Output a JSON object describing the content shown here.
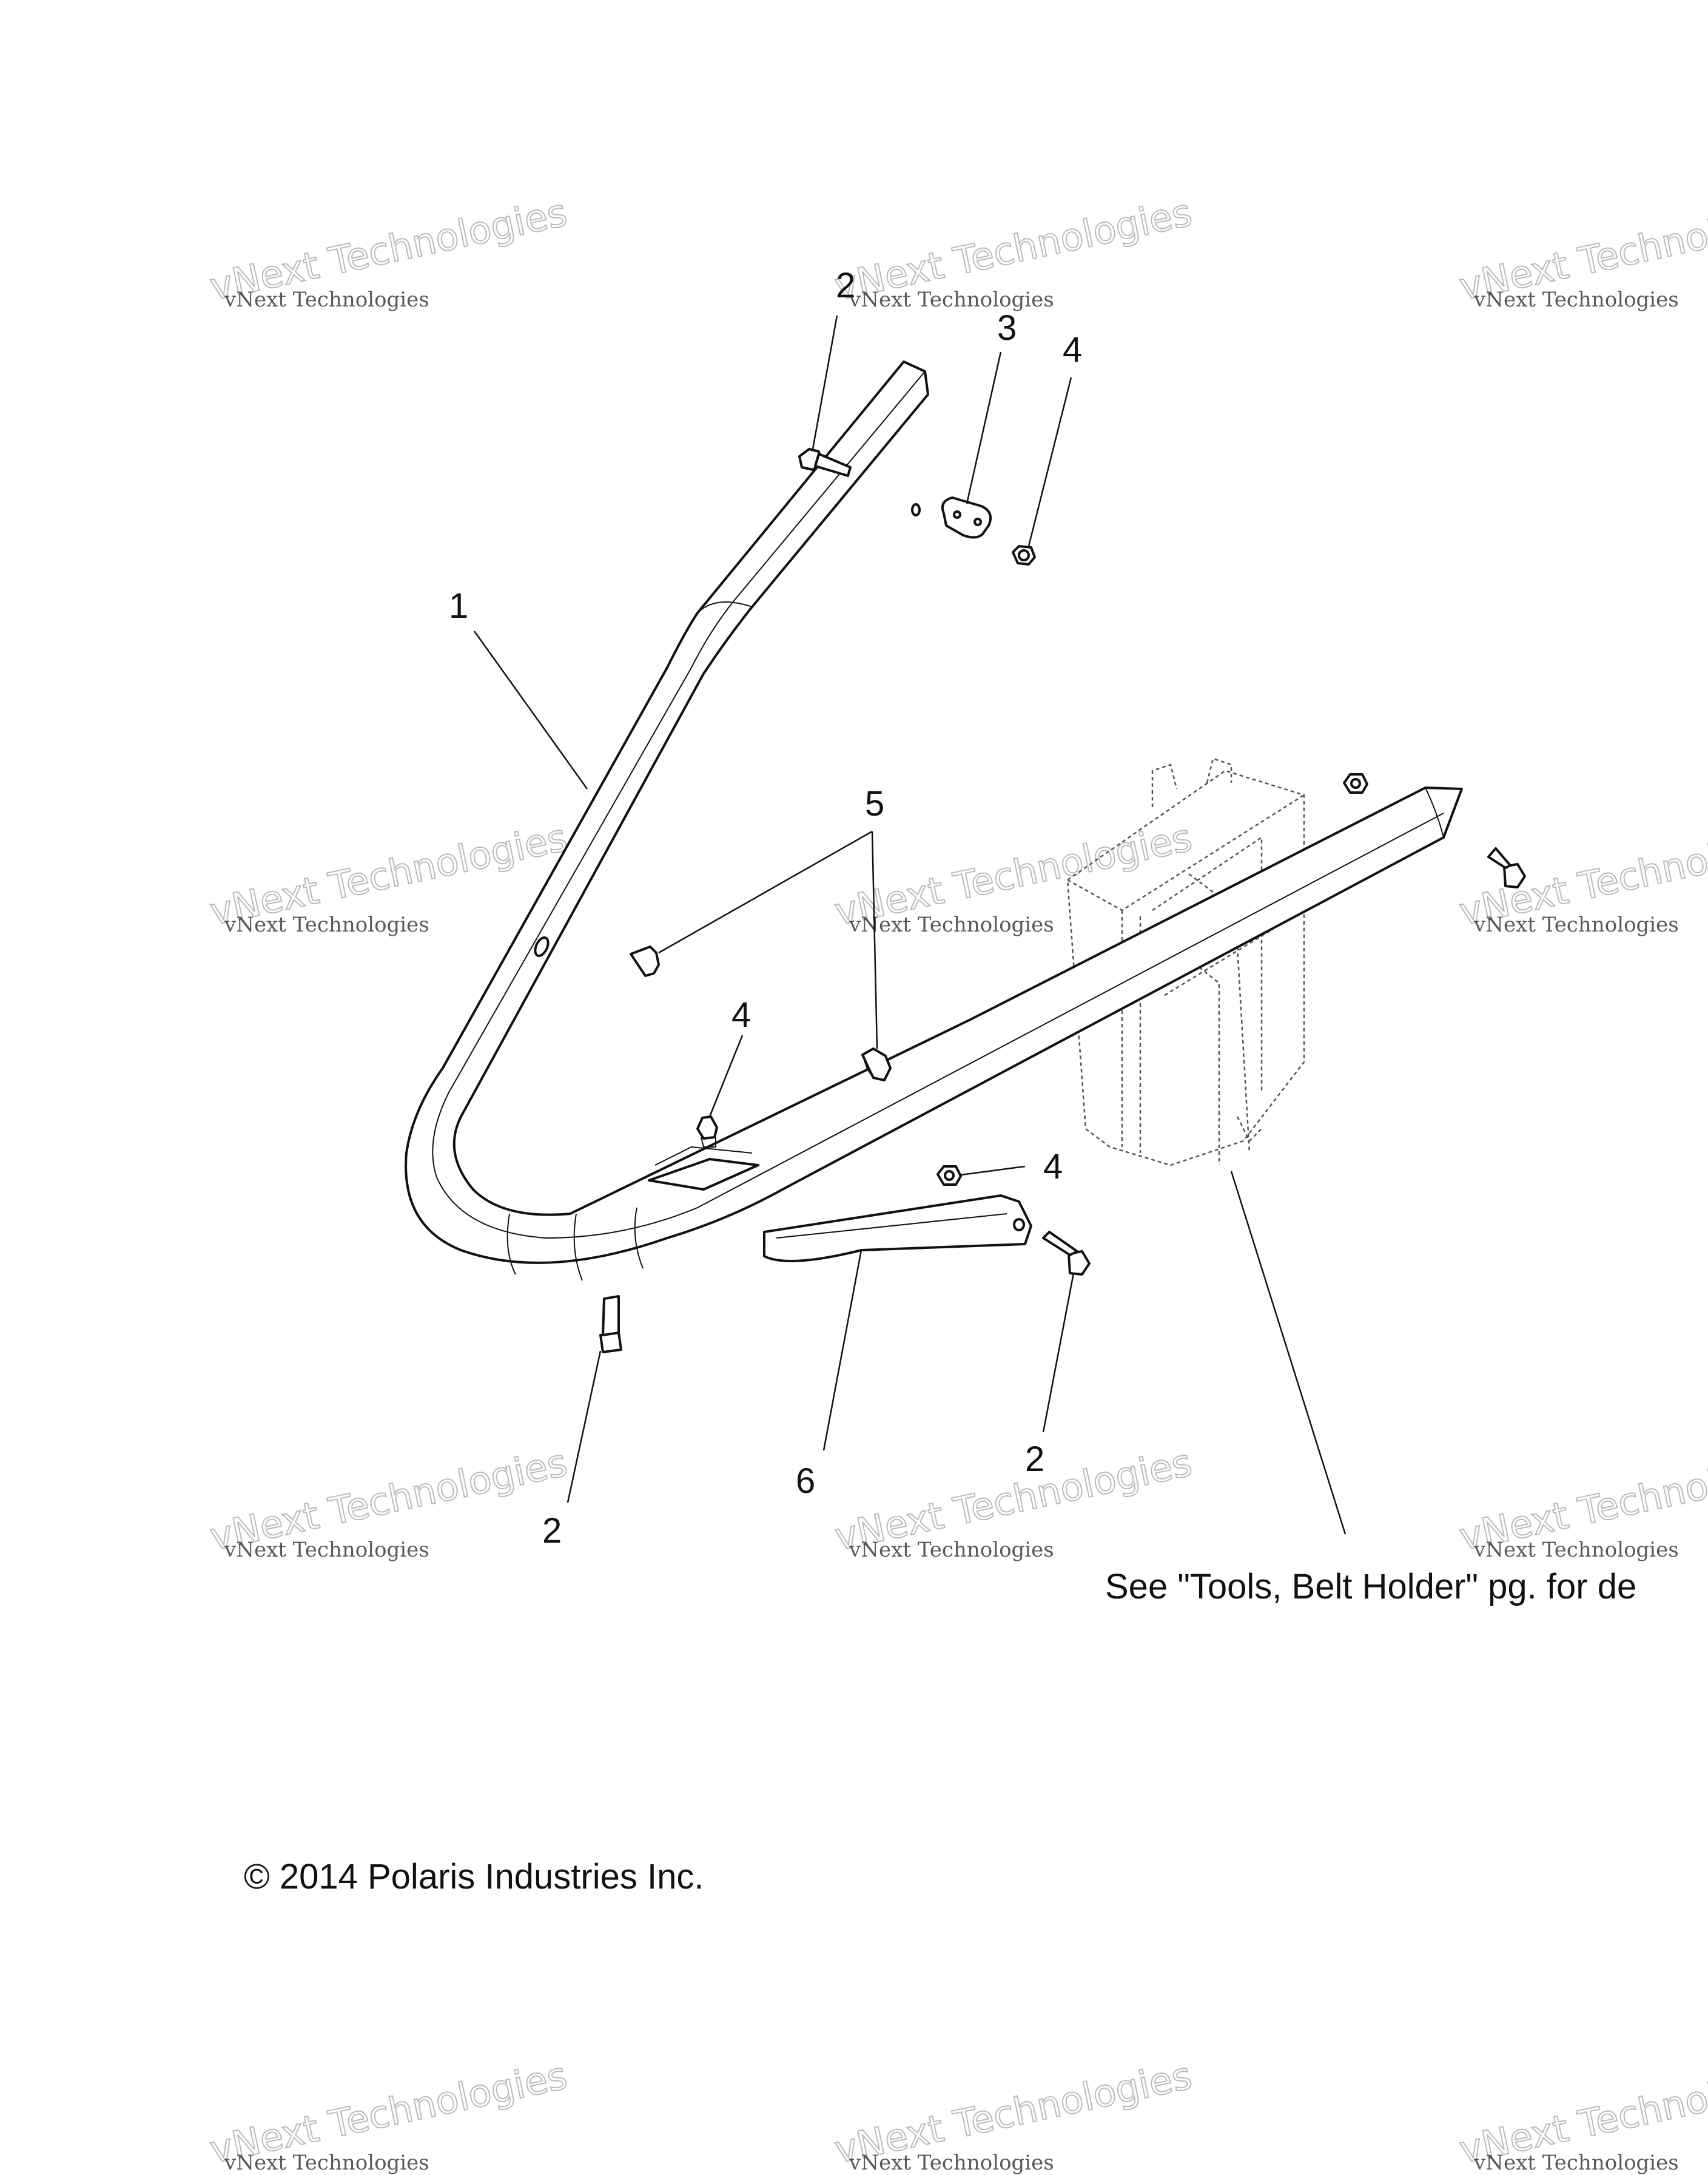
{
  "watermark": {
    "line1": "vNext Technologies",
    "line2": "vNext Technologies"
  },
  "callouts": {
    "c1": "1",
    "c2_top": "2",
    "c3": "3",
    "c4_top": "4",
    "c5": "5",
    "c4_mid": "4",
    "c4_right": "4",
    "c2_bottom_left": "2",
    "c6": "6",
    "c2_bottom_right": "2"
  },
  "note": "See \"Tools, Belt Holder\" pg. for de",
  "copyright": "© 2014 Polaris Industries Inc."
}
